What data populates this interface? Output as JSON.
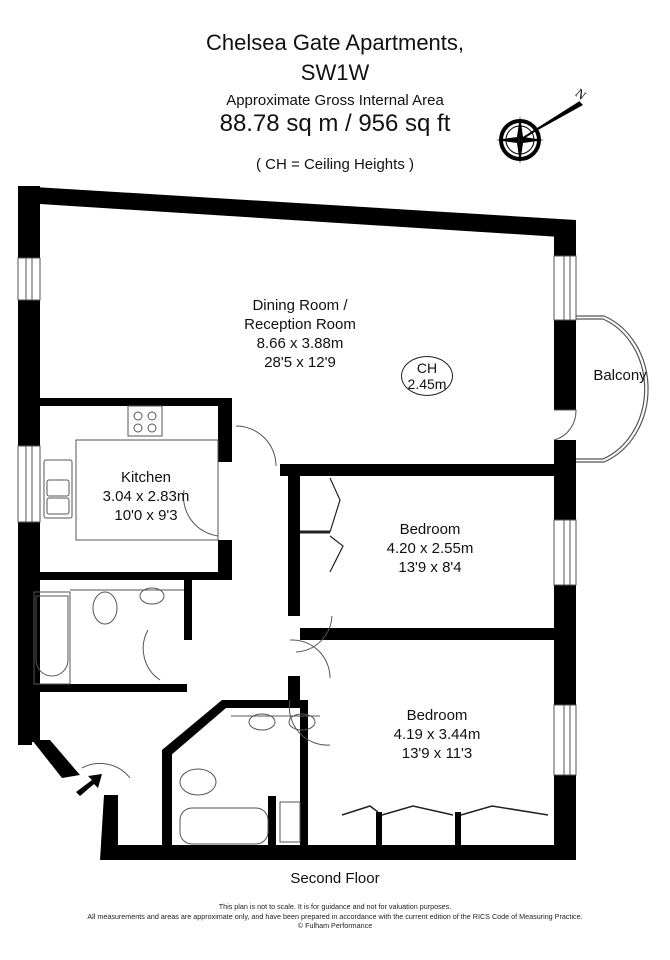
{
  "header": {
    "title_line1": "Chelsea Gate Apartments,",
    "title_line2": "SW1W",
    "area_label": "Approximate Gross Internal Area",
    "area_value": "88.78 sq m  /  956 sq ft",
    "ceiling_note": "( CH = Ceiling Heights )"
  },
  "compass": {
    "icon": "compass-rose-icon",
    "north_label": "N"
  },
  "rooms": [
    {
      "name_line1": "Dining Room /",
      "name_line2": "Reception Room",
      "metric": "8.66 x 3.88m",
      "imperial": "28'5 x 12'9"
    },
    {
      "name": "Kitchen",
      "metric": "3.04 x 2.83m",
      "imperial": "10'0 x 9'3"
    },
    {
      "name": "Bedroom",
      "metric": "4.20 x 2.55m",
      "imperial": "13'9 x 8'4"
    },
    {
      "name": "Bedroom",
      "metric": "4.19 x 3.44m",
      "imperial": "13'9 x 11'3"
    },
    {
      "name": "Balcony"
    }
  ],
  "ceiling_height": {
    "label": "CH",
    "value": "2.45m"
  },
  "floor": {
    "name": "Second Floor"
  },
  "footer": {
    "line1": "This plan is not to scale. It is for guidance and not for valuation purposes.",
    "line2": "All measurements and areas are approximate only, and have been prepared in accordance with the current edition of the RICS Code of Measuring Practice.",
    "line3": "© Fulham Performance"
  },
  "colors": {
    "wall": "#000000",
    "fixture_line": "#444444",
    "background": "#ffffff"
  }
}
